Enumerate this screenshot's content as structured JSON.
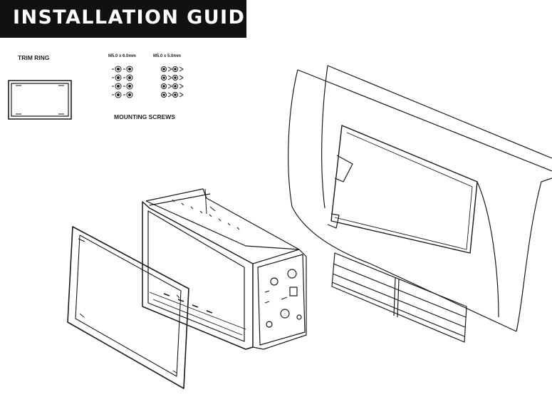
{
  "header": {
    "title": "INSTALLATION GUIDE"
  },
  "parts": {
    "trim_ring_label": "TRIM RING",
    "screw_a_label": "M5.0 x 6.0mm",
    "screw_b_label": "M5.0 x 5.0mm",
    "mounting_screws_label": "MOUNTING SCREWS"
  },
  "colors": {
    "banner": "#111111",
    "banner_text": "#ffffff",
    "line": "#1a1a1a"
  }
}
